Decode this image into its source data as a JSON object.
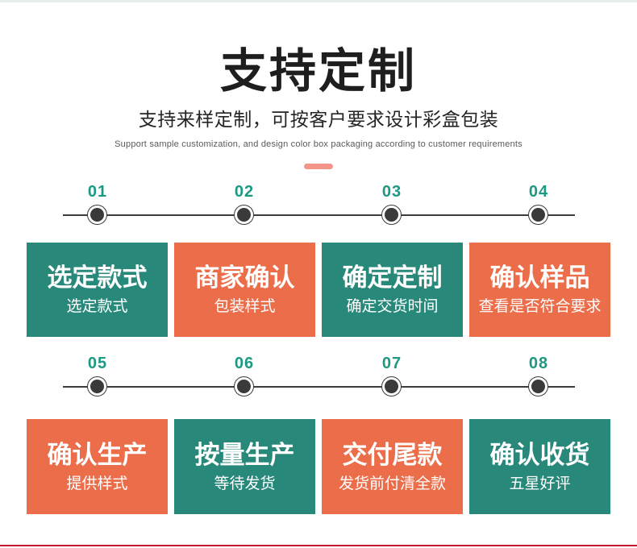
{
  "page": {
    "background": "#ffffff",
    "top_strip_color": "#e9ede9",
    "bottom_line_color": "#c1122e"
  },
  "header": {
    "title": "支持定制",
    "subtitle": "支持来样定制，可按客户要求设计彩盒包装",
    "subtitle_en": "Support sample customization, and design color box packaging according to customer requirements",
    "divider_color": "#f5958a"
  },
  "palette": {
    "teal": "#28897b",
    "orange": "#eb6d4a",
    "step_number": "#1b9983",
    "timeline_dot": "#3a3a3a",
    "card_text": "#ffffff"
  },
  "steps": [
    {
      "number": "01",
      "title": "选定款式",
      "subtitle": "选定款式",
      "color": "#28897b"
    },
    {
      "number": "02",
      "title": "商家确认",
      "subtitle": "包装样式",
      "color": "#eb6d4a"
    },
    {
      "number": "03",
      "title": "确定定制",
      "subtitle": "确定交货时间",
      "color": "#28897b"
    },
    {
      "number": "04",
      "title": "确认样品",
      "subtitle": "查看是否符合要求",
      "color": "#eb6d4a"
    },
    {
      "number": "05",
      "title": "确认生产",
      "subtitle": "提供样式",
      "color": "#eb6d4a"
    },
    {
      "number": "06",
      "title": "按量生产",
      "subtitle": "等待发货",
      "color": "#28897b"
    },
    {
      "number": "07",
      "title": "交付尾款",
      "subtitle": "发货前付清全款",
      "color": "#eb6d4a"
    },
    {
      "number": "08",
      "title": "确认收货",
      "subtitle": "五星好评",
      "color": "#28897b"
    }
  ]
}
